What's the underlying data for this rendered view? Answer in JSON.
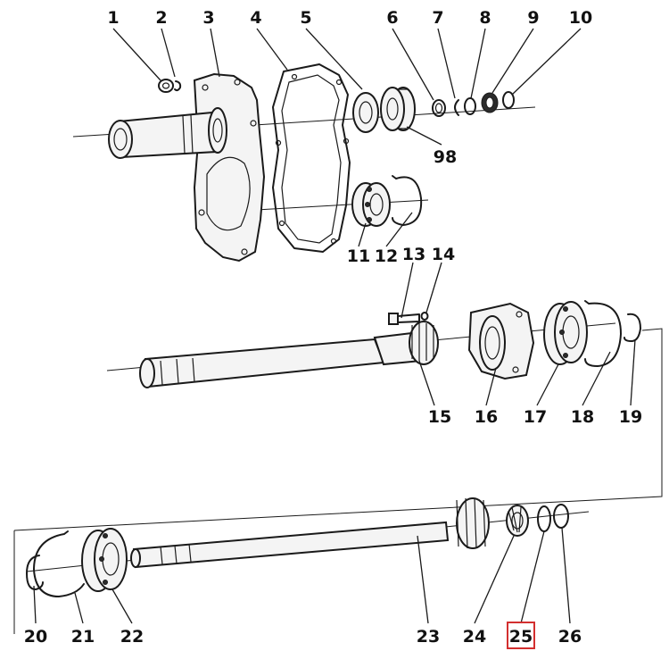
{
  "callouts": [
    {
      "id": "c1",
      "label": "1"
    },
    {
      "id": "c2",
      "label": "2"
    },
    {
      "id": "c3",
      "label": "3"
    },
    {
      "id": "c4",
      "label": "4"
    },
    {
      "id": "c5",
      "label": "5"
    },
    {
      "id": "c6",
      "label": "6"
    },
    {
      "id": "c7",
      "label": "7"
    },
    {
      "id": "c8",
      "label": "8"
    },
    {
      "id": "c9",
      "label": "9"
    },
    {
      "id": "c10",
      "label": "10"
    },
    {
      "id": "c98",
      "label": "98"
    },
    {
      "id": "c11",
      "label": "11"
    },
    {
      "id": "c12",
      "label": "12"
    },
    {
      "id": "c13",
      "label": "13"
    },
    {
      "id": "c14",
      "label": "14"
    },
    {
      "id": "c15",
      "label": "15"
    },
    {
      "id": "c16",
      "label": "16"
    },
    {
      "id": "c17",
      "label": "17"
    },
    {
      "id": "c18",
      "label": "18"
    },
    {
      "id": "c19",
      "label": "19"
    },
    {
      "id": "c20",
      "label": "20"
    },
    {
      "id": "c21",
      "label": "21"
    },
    {
      "id": "c22",
      "label": "22"
    },
    {
      "id": "c23",
      "label": "23"
    },
    {
      "id": "c24",
      "label": "24"
    },
    {
      "id": "c25",
      "label": "25"
    },
    {
      "id": "c26",
      "label": "26"
    }
  ],
  "highlighted_callout": "25",
  "colors": {
    "line": "#1a1a1a",
    "highlight": "#d32f2f",
    "background": "#ffffff"
  }
}
